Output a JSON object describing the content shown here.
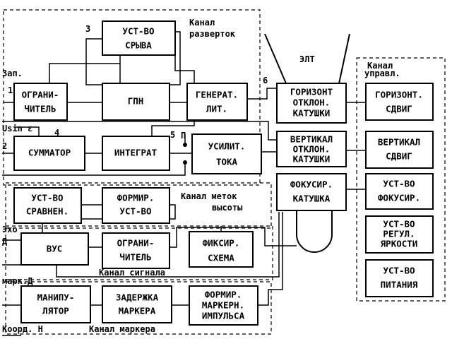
{
  "blocks": {
    "ust_sryva": [
      "УСТ-ВО",
      "СРЫВА"
    ],
    "ogranichitel1": [
      "ОГРАНИ-",
      "ЧИТЕЛЬ"
    ],
    "gpn": [
      "ГПН"
    ],
    "generat": [
      "ГЕНЕРАТ.",
      "ЛИТ."
    ],
    "gor_katushki": [
      "ГОРИЗОНТ",
      "ОТКЛОН.",
      "КАТУШКИ"
    ],
    "summator": [
      "СУММАТОР"
    ],
    "integrat": [
      "ИНТЕГРАТ"
    ],
    "usilit": [
      "УСИЛИТ.",
      "ТОКА"
    ],
    "vert_katushki": [
      "ВЕРТИКАЛ",
      "ОТКЛОН.",
      "КАТУШКИ"
    ],
    "fokus_katushka": [
      "ФОКУСИР.",
      "КАТУШКА"
    ],
    "ust_sravnen": [
      "УСТ-ВО",
      "СРАВНЕН."
    ],
    "formir_ust": [
      "ФОРМИР.",
      "УСТ-ВО"
    ],
    "vus": [
      "ВУС"
    ],
    "ogranichitel2": [
      "ОГРАНИ-",
      "ЧИТЕЛЬ"
    ],
    "fiksir": [
      "ФИКСИР.",
      "СХЕМА"
    ],
    "manipulyator": [
      "МАНИПУ-",
      "ЛЯТОР"
    ],
    "zaderzhka": [
      "ЗАДЕРЖКА",
      "МАРКЕРА"
    ],
    "formir_marker": [
      "ФОРМИР.",
      "МАРКЕРН.",
      "ИМПУЛЬСА"
    ],
    "gor_sdvig": [
      "ГОРИЗОНТ.",
      "СДВИГ"
    ],
    "vert_sdvig": [
      "ВЕРТИКАЛ",
      "СДВИГ"
    ],
    "ust_fokus": [
      "УСТ-ВО",
      "ФОКУСИР."
    ],
    "ust_yarkost": [
      "УСТ-ВО",
      "РЕГУЛ.",
      "ЯРКОСТИ"
    ],
    "ust_pitanie": [
      "УСТ-ВО",
      "ПИТАНИЯ"
    ]
  },
  "labels": {
    "kanal_razvertok": [
      "Канал",
      "разверток"
    ],
    "elt": "ЭЛТ",
    "kanal_upravl": [
      "Канал",
      "управл."
    ],
    "zap": "Зап.",
    "usin": "Usin ε",
    "kanal_metok": [
      "Канал меток",
      "высоты"
    ],
    "ekho": [
      "Эхо",
      "Д"
    ],
    "kanal_signala": "Канал сигнала",
    "marker_d": "марк.Д",
    "koord_n": "Коорд. Н",
    "kanal_markera": "Канал маркера",
    "p": "П"
  },
  "numbers": {
    "n1": "1",
    "n2": "2",
    "n3": "3",
    "n4": "4",
    "n5": "5",
    "n6": "6"
  }
}
